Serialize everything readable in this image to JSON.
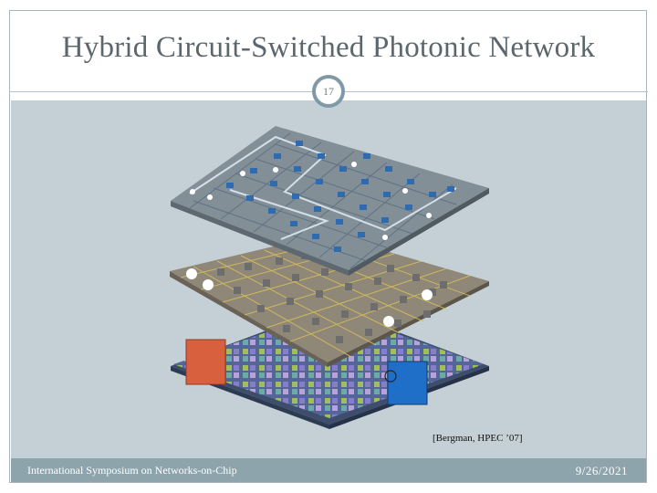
{
  "slide": {
    "title": "Hybrid Circuit-Switched Photonic Network",
    "number": "17",
    "citation": "[Bergman, HPEC ’07]"
  },
  "footer": {
    "left": "International Symposium on Networks-on-Chip",
    "right": "9/26/2021"
  },
  "colors": {
    "background": "#c5d0d6",
    "footer": "#8da4ad",
    "photonic_layer": "#7e8b93",
    "electronic_layer": "#8c8476",
    "processor_layer": "#4a5a7a",
    "source_square": "#d9603f",
    "destination_square": "#1f6fc8"
  },
  "icons": [
    "photonic-layer",
    "electronic-layer",
    "processor-layer",
    "source-node-square",
    "destination-node-square"
  ]
}
